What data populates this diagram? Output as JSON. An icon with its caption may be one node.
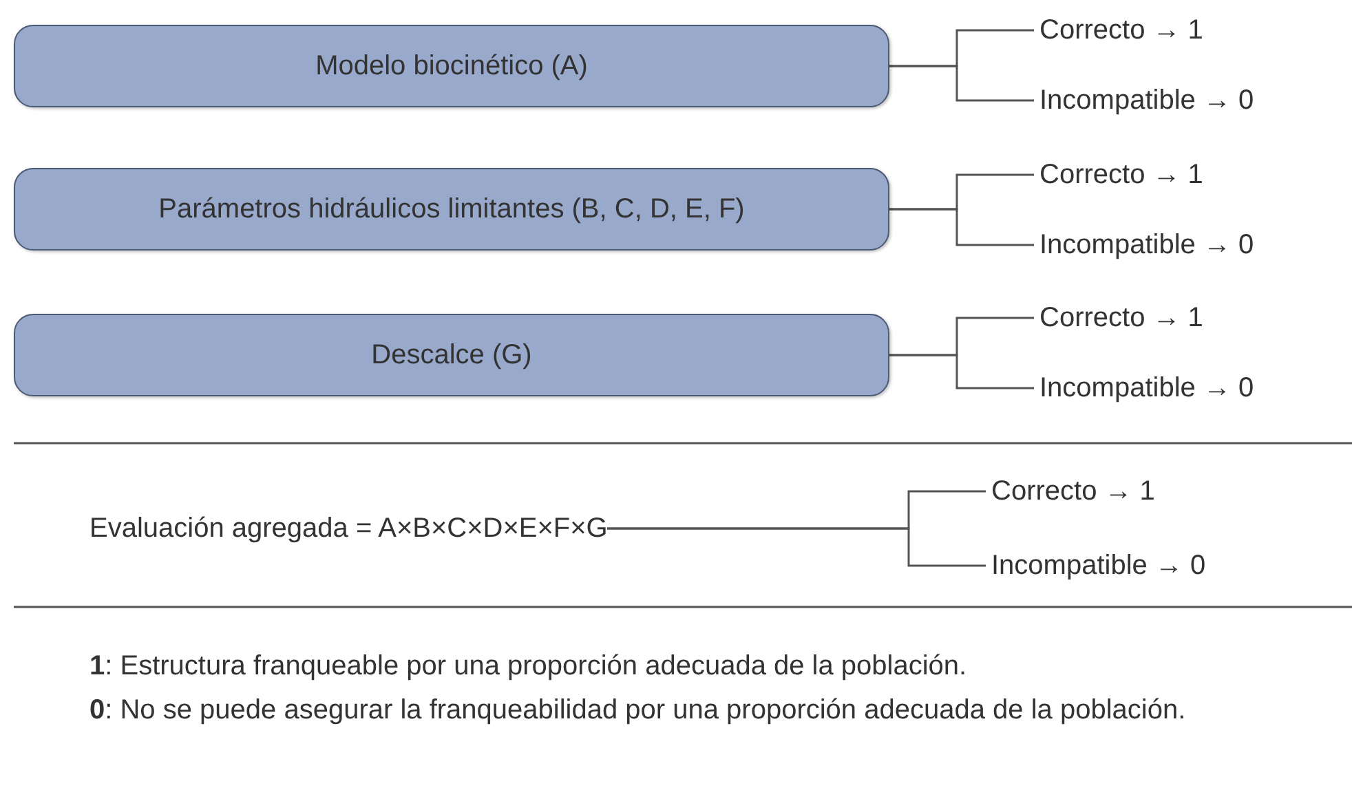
{
  "diagram": {
    "nodes": [
      {
        "text": [
          "Modelo biocinético (A)"
        ]
      },
      {
        "text": [
          "Correcto → 1"
        ]
      },
      {
        "text": [
          "Incompatible → 0"
        ]
      },
      {
        "text": [
          "Parámetros hidráulicos limitantes (B, C, D, E, F)"
        ]
      },
      {
        "text": [
          "Correcto → 1"
        ]
      },
      {
        "text": [
          "Incompatible → 0"
        ]
      },
      {
        "text": [
          "Descalce (G)"
        ]
      },
      {
        "text": [
          "Correcto → 1"
        ]
      },
      {
        "text": [
          "Incompatible → 0"
        ]
      },
      {
        "text": [
          "Evaluación agregada = A×B×C×D×E×F×G"
        ]
      },
      {
        "text": [
          "Correcto → 1"
        ]
      },
      {
        "text": [
          "Incompatible → 0"
        ]
      }
    ],
    "edges": [
      {
        "from": 0,
        "to": 1,
        "arrow": "none"
      },
      {
        "from": 0,
        "to": 2,
        "arrow": "none"
      },
      {
        "from": 3,
        "to": 4,
        "arrow": "none"
      },
      {
        "from": 3,
        "to": 5,
        "arrow": "none"
      },
      {
        "from": 6,
        "to": 7,
        "arrow": "none"
      },
      {
        "from": 6,
        "to": 8,
        "arrow": "none"
      },
      {
        "from": 9,
        "to": 10,
        "arrow": "none"
      },
      {
        "from": 9,
        "to": 11,
        "arrow": "none"
      }
    ],
    "labels": [
      "**1**: Estructura franqueable por una proporción adecuada de la población.",
      "**0**: No se puede asegurar la franqueabilidad por una proporción adecuada de la población."
    ]
  }
}
